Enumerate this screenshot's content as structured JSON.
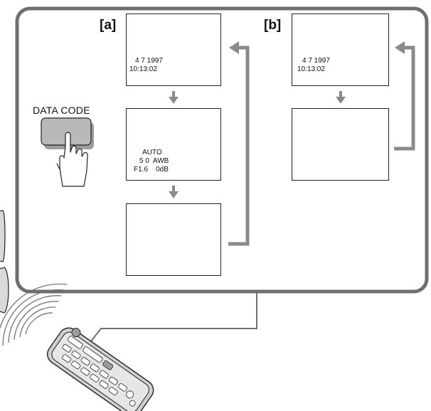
{
  "panels": {
    "a": {
      "label": "[a]",
      "screen1": {
        "date": "4 7 1997",
        "time": "10:13:02"
      },
      "screen2": {
        "line1": "AUTO",
        "line2": "5 0  AWB",
        "line3": "F1.6    0dB"
      }
    },
    "b": {
      "label": "[b]",
      "screen1": {
        "date": "4 7 1997",
        "time": "10:13:02"
      }
    }
  },
  "button": {
    "label": "DATA CODE"
  },
  "colors": {
    "frame_border": "#6f6f6f",
    "arrow": "#8a8a8a",
    "button_fill": "#b9b9b9",
    "screen_border": "#222222"
  }
}
